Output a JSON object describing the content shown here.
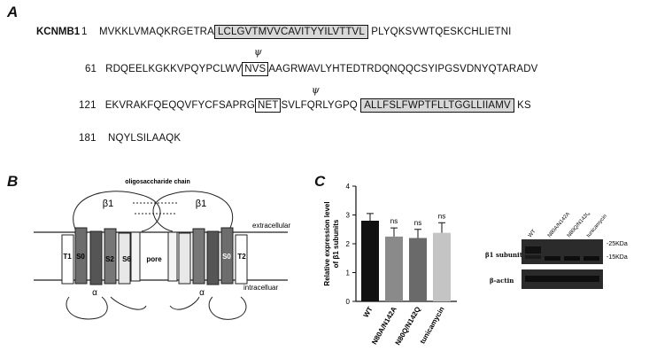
{
  "panelA": {
    "label": "A",
    "gene": "KCNMB1",
    "psi": "ψ",
    "rows": [
      {
        "num": "1",
        "pre": "MVKKLVMAQKRGETRA",
        "mark": "LCLGVTMVVCAVITYYILVTTVL",
        "post": "PLYQKSVWTQESKCHLIETNI"
      },
      {
        "num": "61",
        "pre": "RDQEELKGKKVPQYPCLWV",
        "mark": "NVS",
        "post": "AAGRWAVLYHTEDTRDQNQQCSYIPGSVDNYQTARADV"
      },
      {
        "num": "121",
        "pre": "EKVRAKFQEQQVFYCFSAPRG",
        "mark": "NET",
        "mid": "SVLFQRLYGPQ",
        "mark2": "ALLFSLFWPTFLLTGGLLIIAMV",
        "post": "KS"
      },
      {
        "num": "181",
        "pre": "NQYLSILAAQK"
      }
    ]
  },
  "panelB": {
    "label": "B",
    "oligo": "oligosaccharide chain",
    "beta": "β1",
    "extracellular": "extracellular",
    "intracellular": "intracelluar",
    "alpha": "α",
    "segments": [
      "T1",
      "S0",
      "S2",
      "S6",
      "pore",
      "S0",
      "T2"
    ]
  },
  "panelC": {
    "label": "C",
    "chart_data": {
      "type": "bar",
      "categories": [
        "WT",
        "N80A/N142A",
        "N80Q/N142Q",
        "tunicamycin"
      ],
      "values": [
        2.8,
        2.25,
        2.2,
        2.38
      ],
      "errors": [
        0.25,
        0.3,
        0.3,
        0.35
      ],
      "annotations": [
        "",
        "ns",
        "ns",
        "ns"
      ],
      "colors": [
        "#111111",
        "#8a8a8a",
        "#6a6a6a",
        "#c4c4c4"
      ],
      "ylabel": "Relative expression level\nof β1 subunits",
      "ylim": [
        0,
        4
      ],
      "yticks": [
        "0",
        "1",
        "2",
        "3",
        "4"
      ]
    },
    "blot": {
      "lanes": [
        "WT",
        "N80A/N142A",
        "N80Q/N142Q",
        "tunicamycin"
      ],
      "rows": [
        "β1 subunit",
        "β-actin"
      ],
      "markers": [
        "-25KDa",
        "-15KDa"
      ]
    }
  }
}
